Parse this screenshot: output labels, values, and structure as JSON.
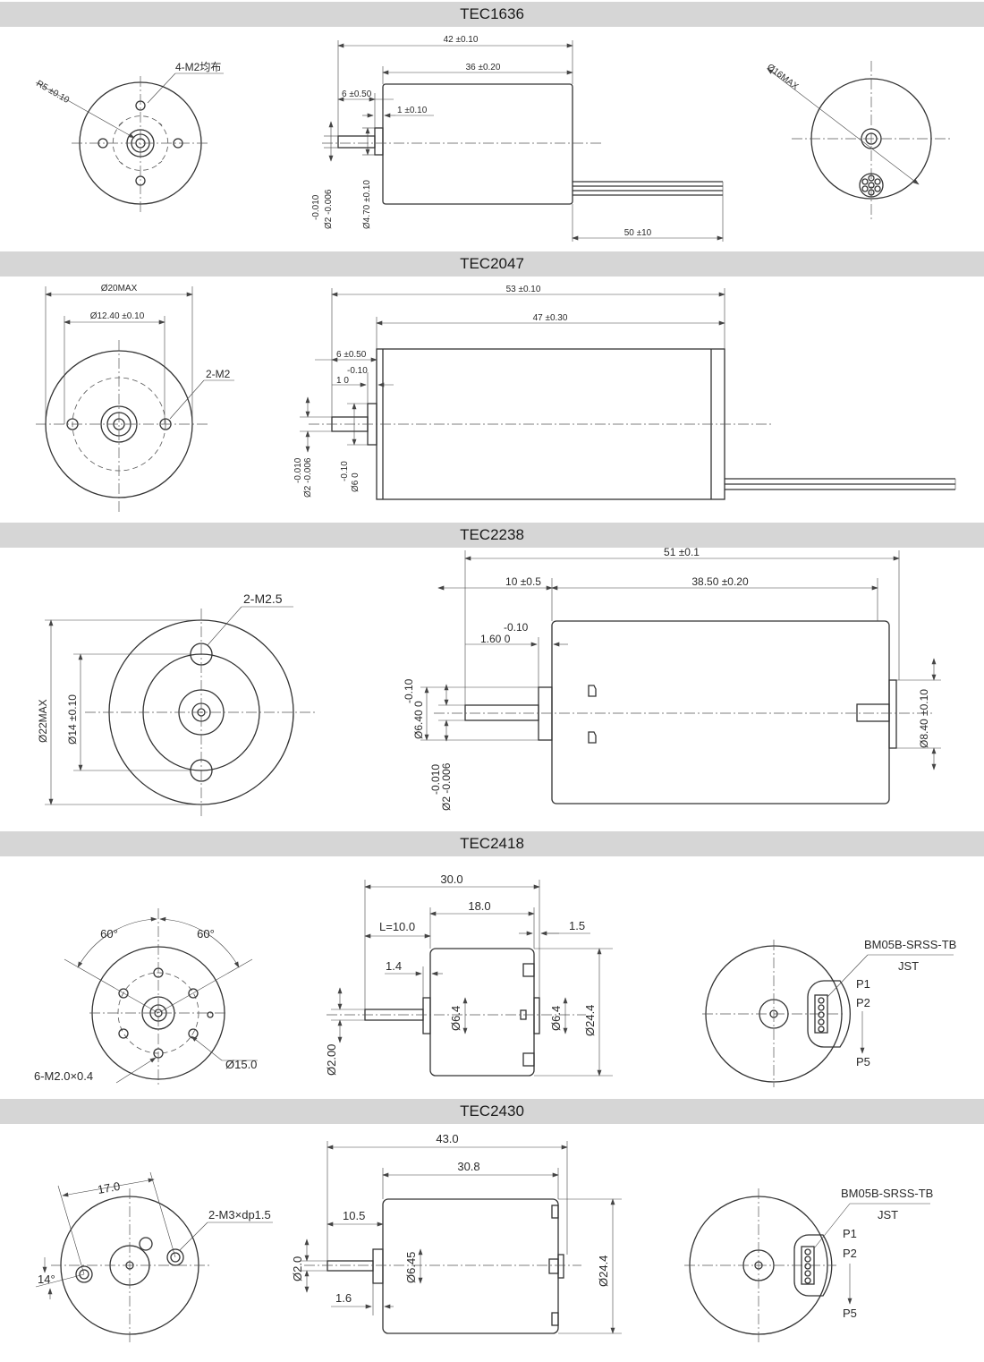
{
  "sections": [
    {
      "title": "TEC1636"
    },
    {
      "title": "TEC2047"
    },
    {
      "title": "TEC2238"
    },
    {
      "title": "TEC2418"
    },
    {
      "title": "TEC2430"
    }
  ],
  "tec1636": {
    "front_r": "R5 ±0.10",
    "front_holes": "4-M2均布",
    "overall_length": "42 ±0.10",
    "body_length": "36 ±0.20",
    "shaft_length": "6 ±0.50",
    "boss_length": "1 ±0.10",
    "shaft_dia_tol": "-0.010",
    "shaft_dia": "Ø2 -0.006",
    "boss_dia": "Ø4.70 ±0.10",
    "lead_length": "50 ±10",
    "rear_dia": "Ø16MAX"
  },
  "tec2047": {
    "front_dia": "Ø20MAX",
    "front_pcd": "Ø12.40 ±0.10",
    "front_holes": "2-M2",
    "overall_length": "53 ±0.10",
    "body_length": "47 ±0.30",
    "shaft_length": "6 ±0.50",
    "boss_tol": "-0.10",
    "boss_length": "1 0",
    "shaft_dia_tol": "-0.010",
    "shaft_dia": "Ø2 -0.006",
    "boss_dia_tol": "-0.10",
    "boss_dia": "Ø6 0"
  },
  "tec2238": {
    "front_holes": "2-M2.5",
    "front_dia": "Ø22MAX",
    "front_pcd": "Ø14 ±0.10",
    "overall_length": "51 ±0.1",
    "shaft_length": "10 ±0.5",
    "body_length": "38.50 ±0.20",
    "boss_tol": "-0.10",
    "boss_length": "1.60 0",
    "boss_dia_tol": "-0.10",
    "boss_dia": "Ø6.40 0",
    "shaft_dia_tol": "-0.010",
    "shaft_dia": "Ø2 -0.006",
    "rear_boss_dia": "Ø8.40 ±0.10"
  },
  "tec2418": {
    "angle_left": "60°",
    "angle_right": "60°",
    "front_holes": "6-M2.0×0.4",
    "front_pcd": "Ø15.0",
    "overall_length": "30.0",
    "body_length": "18.0",
    "shaft_length": "L=10.0",
    "rear_boss": "1.5",
    "front_boss": "1.4",
    "shaft_dia": "Ø2.00",
    "boss_dia": "Ø6.4",
    "rear_boss_dia": "Ø6.4",
    "body_dia": "Ø24.4",
    "connector": "BM05B-SRSS-TB",
    "brand": "JST",
    "pin1": "P1",
    "pin2": "P2",
    "pin5": "P5"
  },
  "tec2430": {
    "spacing": "17.0",
    "front_holes": "2-M3×dp1.5",
    "angle": "14°",
    "overall_length": "43.0",
    "body_length": "30.8",
    "shaft_length": "10.5",
    "boss_length": "1.6",
    "shaft_dia": "Ø2.0",
    "boss_dia": "Ø6.45",
    "body_dia": "Ø24.4",
    "connector": "BM05B-SRSS-TB",
    "brand": "JST",
    "pin1": "P1",
    "pin2": "P2",
    "pin5": "P5"
  }
}
